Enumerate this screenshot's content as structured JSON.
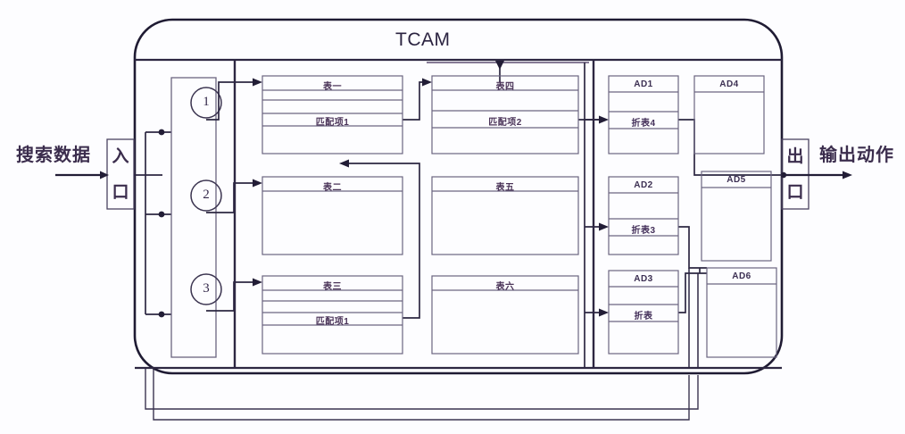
{
  "diagram": {
    "title": "TCAM",
    "type": "block-diagram",
    "colors": {
      "line": "#2d2742",
      "thin_line": "#6b6580",
      "text": "#3a2b4a",
      "background": "#fdfdff"
    }
  },
  "io": {
    "input_label": "搜索数据",
    "input_port": "入口",
    "input_port_chars": [
      "入",
      "口"
    ],
    "output_label": "输出动作",
    "output_port": "出口",
    "output_port_chars": [
      "出",
      "口"
    ]
  },
  "stages": {
    "items": [
      {
        "number": "1"
      },
      {
        "number": "2"
      },
      {
        "number": "3"
      }
    ]
  },
  "tables": {
    "column_a": [
      {
        "head": "表一",
        "sub": "匹配项1"
      },
      {
        "head": "表二",
        "sub": ""
      },
      {
        "head": "表三",
        "sub": "匹配项1"
      }
    ],
    "column_b": [
      {
        "head": "表四",
        "sub": "匹配项2"
      },
      {
        "head": "表五",
        "sub": ""
      },
      {
        "head": "表六",
        "sub": ""
      }
    ]
  },
  "actions": {
    "column_c": [
      {
        "head": "AD1",
        "sub": "折表4"
      },
      {
        "head": "AD2",
        "sub": "折表3"
      },
      {
        "head": "AD3",
        "sub": "折表"
      }
    ],
    "column_d": [
      {
        "head": "AD4",
        "sub": ""
      },
      {
        "head": "AD5",
        "sub": ""
      },
      {
        "head": "AD6",
        "sub": ""
      }
    ]
  }
}
